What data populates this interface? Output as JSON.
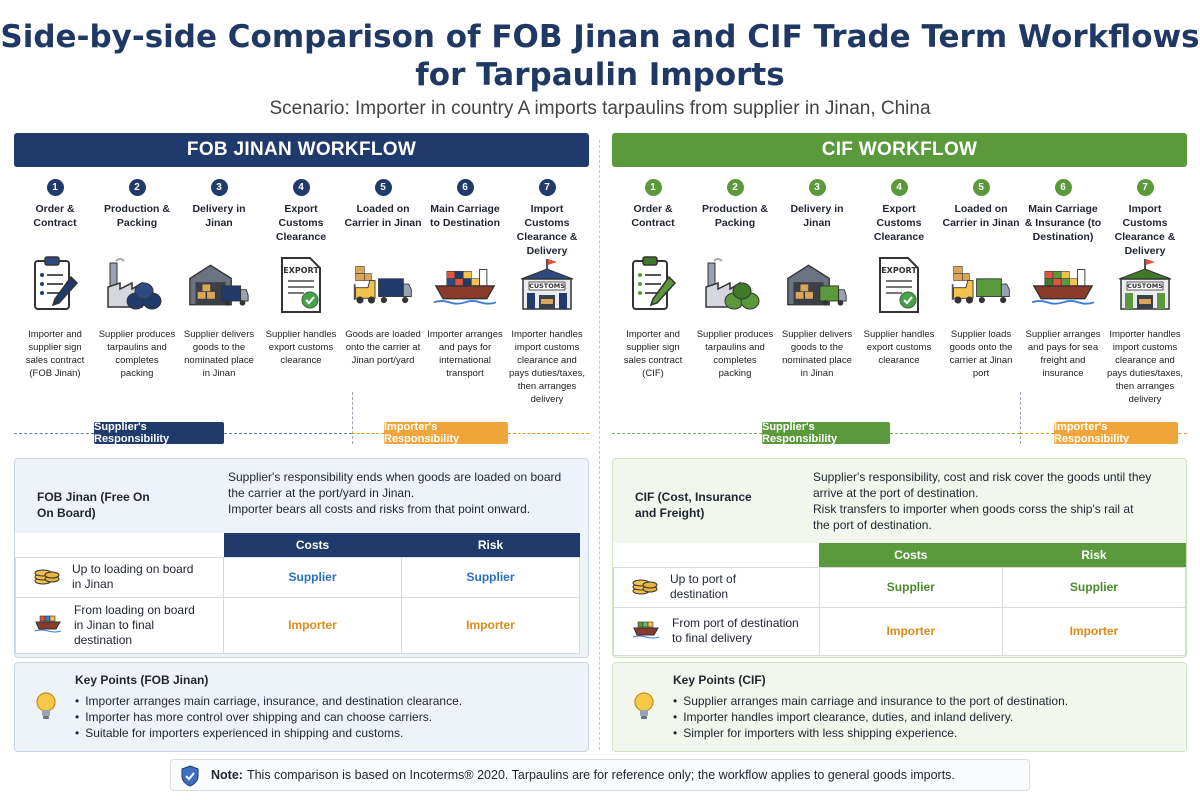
{
  "header": {
    "title_line1": "Side-by-side Comparison of FOB Jinan and CIF Trade Term Workflows",
    "title_line2": "for Tarpaulin Imports",
    "subtitle": "Scenario: Importer in country A imports tarpaulins from supplier in Jinan, China"
  },
  "colors": {
    "fob_primary": "#1f3a6b",
    "cif_primary": "#5a9a3c",
    "importer_orange": "#f0a53a"
  },
  "fob": {
    "banner": "FOB JINAN WORKFLOW",
    "steps": [
      {
        "num": "1",
        "title": "Order & Contract",
        "icon": "contract-clipboard-icon",
        "desc": "Importer and supplier sign sales contract (FOB Jinan)"
      },
      {
        "num": "2",
        "title": "Production & Packing",
        "icon": "factory-icon",
        "desc": "Supplier produces tarpaulins and completes packing"
      },
      {
        "num": "3",
        "title": "Delivery in Jinan",
        "icon": "warehouse-truck-icon",
        "desc": "Supplier delivers goods to the nominated place in Jinan"
      },
      {
        "num": "4",
        "title": "Export Customs Clearance",
        "icon": "export-document-icon",
        "desc": "Supplier handles export customs clearance"
      },
      {
        "num": "5",
        "title": "Loaded on Carrier in Jinan",
        "icon": "forklift-truck-icon",
        "desc": "Goods are loaded onto the carrier at Jinan port/yard"
      },
      {
        "num": "6",
        "title": "Main Carriage to Destination",
        "icon": "cargo-ship-icon",
        "desc": "Importer arranges and pays for international transport"
      },
      {
        "num": "7",
        "title": "Import Customs Clearance & Delivery",
        "icon": "customs-building-icon",
        "desc": "Importer handles import customs clearance and pays duties/taxes, then arranges delivery"
      }
    ],
    "supplier_resp": "Supplier's Responsibility",
    "importer_resp": "Importer's Responsibility",
    "summary": {
      "label": "FOB Jinan (Free On On Board)",
      "text_lines": [
        "Supplier's responsibility ends when goods are loaded on board",
        "the carrier at the port/yard in Jinan.",
        "Importer bears all costs and risks from that point onward."
      ],
      "col_costs": "Costs",
      "col_risk": "Risk",
      "rows": [
        {
          "label": "Up to loading on board in Jinan",
          "icon": "coins-stack-icon",
          "costs": "Supplier",
          "risk": "Supplier"
        },
        {
          "label": "From loading on board in Jinan to final destination",
          "icon": "ship-icon",
          "costs": "Importer",
          "risk": "Importer"
        }
      ]
    },
    "key_points": {
      "title": "Key Points (FOB Jinan)",
      "items": [
        "Importer arranges main carriage, insurance, and destination clearance.",
        "Importer has more control over shipping and can choose carriers.",
        "Suitable for importers experienced in shipping and customs."
      ]
    }
  },
  "cif": {
    "banner": "CIF WORKFLOW",
    "steps": [
      {
        "num": "1",
        "title": "Order & Contract",
        "icon": "contract-clipboard-icon",
        "desc": "Importer and supplier sign sales contract (CIF)"
      },
      {
        "num": "2",
        "title": "Production & Packing",
        "icon": "factory-icon",
        "desc": "Supplier produces tarpaulins and completes packing"
      },
      {
        "num": "3",
        "title": "Delivery in Jinan",
        "icon": "warehouse-truck-icon",
        "desc": "Supplier delivers goods to the nominated place in Jinan"
      },
      {
        "num": "4",
        "title": "Export Customs Clearance",
        "icon": "export-document-icon",
        "desc": "Supplier handles export customs clearance"
      },
      {
        "num": "5",
        "title": "Loaded on Carrier in Jinan",
        "icon": "forklift-truck-icon",
        "desc": "Supplier loads goods onto the carrier at Jinan port"
      },
      {
        "num": "6",
        "title": "Main Carriage & Insurance (to Destination)",
        "icon": "cargo-ship-icon",
        "desc": "Supplier arranges and pays for sea freight and insurance"
      },
      {
        "num": "7",
        "title": "Import Customs Clearance & Delivery",
        "icon": "customs-building-icon",
        "desc": "Importer handles import customs clearance and pays duties/taxes, then arranges delivery"
      }
    ],
    "supplier_resp": "Supplier's Responsibility",
    "importer_resp": "Importer's Responsibility",
    "summary": {
      "label": "CIF (Cost, Insurance and Freight)",
      "text_lines": [
        "Supplier's responsibility, cost and risk cover the goods until they",
        "arrive at the port of destination.",
        "Risk transfers to importer when goods corss the ship's rail at",
        "the port of destination."
      ],
      "col_costs": "Costs",
      "col_risk": "Risk",
      "rows": [
        {
          "label": "Up to port of destination",
          "icon": "coins-stack-icon",
          "costs": "Supplier",
          "risk": "Supplier"
        },
        {
          "label": "From port of destination to final delivery",
          "icon": "ship-icon",
          "costs": "Importer",
          "risk": "Importer"
        }
      ]
    },
    "key_points": {
      "title": "Key Points (CIF)",
      "items": [
        "Supplier arranges main carriage and insurance to the port of destination.",
        "Importer handles import clearance, duties, and inland delivery.",
        "Simpler for importers with less shipping experience."
      ]
    }
  },
  "note": {
    "label": "Note:",
    "text": "This comparison is based on Incoterms® 2020. Tarpaulins are for reference only; the workflow applies to general goods imports.",
    "icon": "shield-check-icon"
  }
}
